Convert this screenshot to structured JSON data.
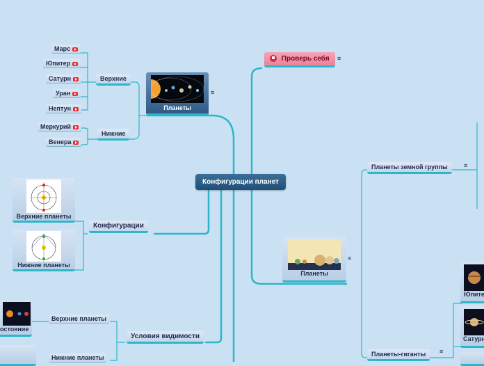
{
  "root": {
    "label": "Конфигурации планет"
  },
  "check": {
    "label": "Проверь себя"
  },
  "planets_card": {
    "label": "Планеты"
  },
  "upper": {
    "label": "Верхние",
    "items": [
      "Марс",
      "Юпитер",
      "Сатурн",
      "Уран",
      "Нептун"
    ]
  },
  "lower": {
    "label": "Нижние",
    "items": [
      "Меркурий",
      "Венера"
    ]
  },
  "configurations": {
    "label": "Конфигурации",
    "upper_card": "Верхние планеты",
    "lower_card": "Нижние планеты"
  },
  "visibility": {
    "label": "Условия видимости",
    "upper": "Верхние планеты",
    "lower": "Нижние планеты",
    "partial_card": "востояние"
  },
  "right": {
    "planets_card": "Планеты",
    "terrestrial": "Планеты земной группы",
    "giants": "Планеты-гиганты",
    "jupiter": "Юпите",
    "saturn": "Сатурн"
  },
  "icons": {
    "note": "≡",
    "video": "youtube-icon",
    "flag": "flag-icon"
  },
  "colors": {
    "background": "#c9e1f3",
    "connector": "#2cb7c9",
    "root": "#245a85",
    "check": "#ef91a8"
  }
}
